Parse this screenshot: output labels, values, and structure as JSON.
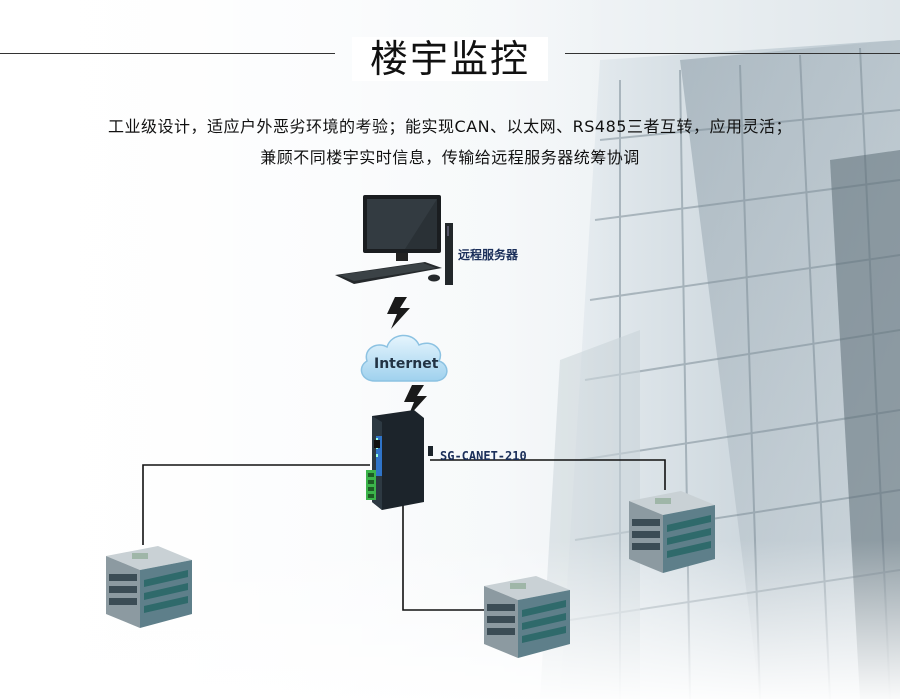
{
  "header": {
    "title": "楼宇监控"
  },
  "description": {
    "line1": "工业级设计，适应户外恶劣环境的考验；能实现CAN、以太网、RS485三者互转，应用灵活；",
    "line2": "兼顾不同楼宇实时信息，传输给远程服务器统筹协调"
  },
  "diagram": {
    "server_label": "远程服务器",
    "cloud_label": "Internet",
    "device_label": "SG-CANET-210"
  },
  "colors": {
    "title_rule": "#333333",
    "label_text": "#1b2f5a",
    "cloud_fill": "#bfe3f6",
    "device_body": "#1f2a33",
    "device_accent": "#2f74c9",
    "terminal_green": "#3cb44b",
    "connector_line": "#111111"
  },
  "icons": {
    "server": "computer-monitor-icon",
    "cloud": "cloud-icon",
    "lightning": "lightning-bolt-icon",
    "device": "gateway-device-icon",
    "building": "building-icon"
  }
}
